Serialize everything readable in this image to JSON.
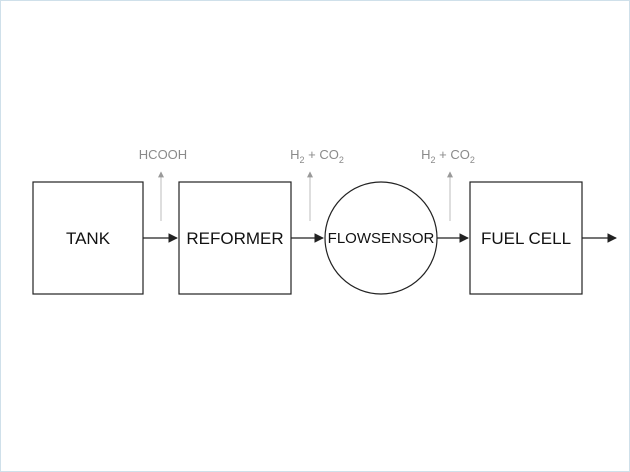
{
  "diagram": {
    "nodes": [
      {
        "id": "tank",
        "label": "TANK",
        "shape": "rect"
      },
      {
        "id": "reformer",
        "label": "REFORMER",
        "shape": "rect"
      },
      {
        "id": "flowsensor",
        "label": "FLOWSENSOR",
        "shape": "circle"
      },
      {
        "id": "fuelcell",
        "label": "FUEL CELL",
        "shape": "rect"
      }
    ],
    "edges": [
      {
        "from": "tank",
        "to": "reformer"
      },
      {
        "from": "reformer",
        "to": "flowsensor"
      },
      {
        "from": "flowsensor",
        "to": "fuelcell"
      },
      {
        "from": "fuelcell",
        "to": "output"
      }
    ],
    "annotations": {
      "a1": {
        "text": "HCOOH"
      },
      "a2": {
        "h": "H",
        "h_sub": "2",
        "mid": " + CO",
        "co_sub": "2"
      },
      "a3": {
        "h": "H",
        "h_sub": "2",
        "mid": " + CO",
        "co_sub": "2"
      }
    },
    "colors": {
      "stroke": "#222222",
      "annotation": "#8a8a8a",
      "frame": "#cfe0ea"
    }
  }
}
